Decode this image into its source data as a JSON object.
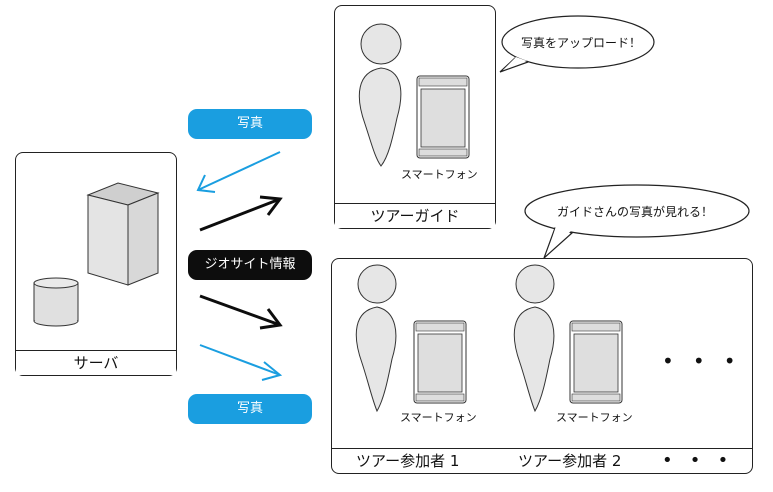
{
  "server": {
    "caption": "サーバ"
  },
  "guide": {
    "caption": "ツアーガイド",
    "device_label": "スマートフォン",
    "speech": "写真をアップロード！"
  },
  "participants": {
    "speech": "ガイドさんの写真が見れる！",
    "items": [
      {
        "caption": "ツアー参加者 1",
        "device_label": "スマートフォン"
      },
      {
        "caption": "ツアー参加者 2",
        "device_label": "スマートフォン"
      }
    ],
    "more_dots": "•   •   •",
    "caption_dots": "•   •   •"
  },
  "flows": {
    "photo_top": "写真",
    "geosite": "ジオサイト情報",
    "photo_bottom": "写真"
  },
  "colors": {
    "arrow_blue": "#1a9ee0",
    "arrow_black": "#0d0d0d",
    "figure_gray": "#e6e6e6"
  }
}
